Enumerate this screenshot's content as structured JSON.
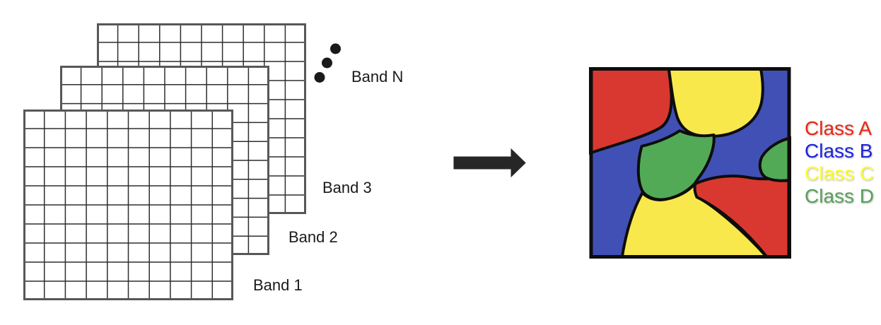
{
  "figure": {
    "bands_stack": {
      "grid_rows": 10,
      "grid_cols": 10,
      "band_labels": {
        "band_n": "Band N",
        "band_3": "Band 3",
        "band_2": "Band 2",
        "band_1": "Band 1"
      }
    },
    "classified_map": {
      "colors": {
        "red": "#d93830",
        "blue": "#4150b5",
        "yellow": "#f9e84c",
        "green": "#52aa56",
        "outline": "#0d0d0d"
      }
    },
    "legend": {
      "items": [
        {
          "label": "Class A",
          "color": "#e82817"
        },
        {
          "label": "Class B",
          "color": "#1c24dd"
        },
        {
          "label": "Class C",
          "color": "#ffff2e"
        },
        {
          "label": "Class D",
          "color": "#5aa05a"
        }
      ]
    }
  }
}
